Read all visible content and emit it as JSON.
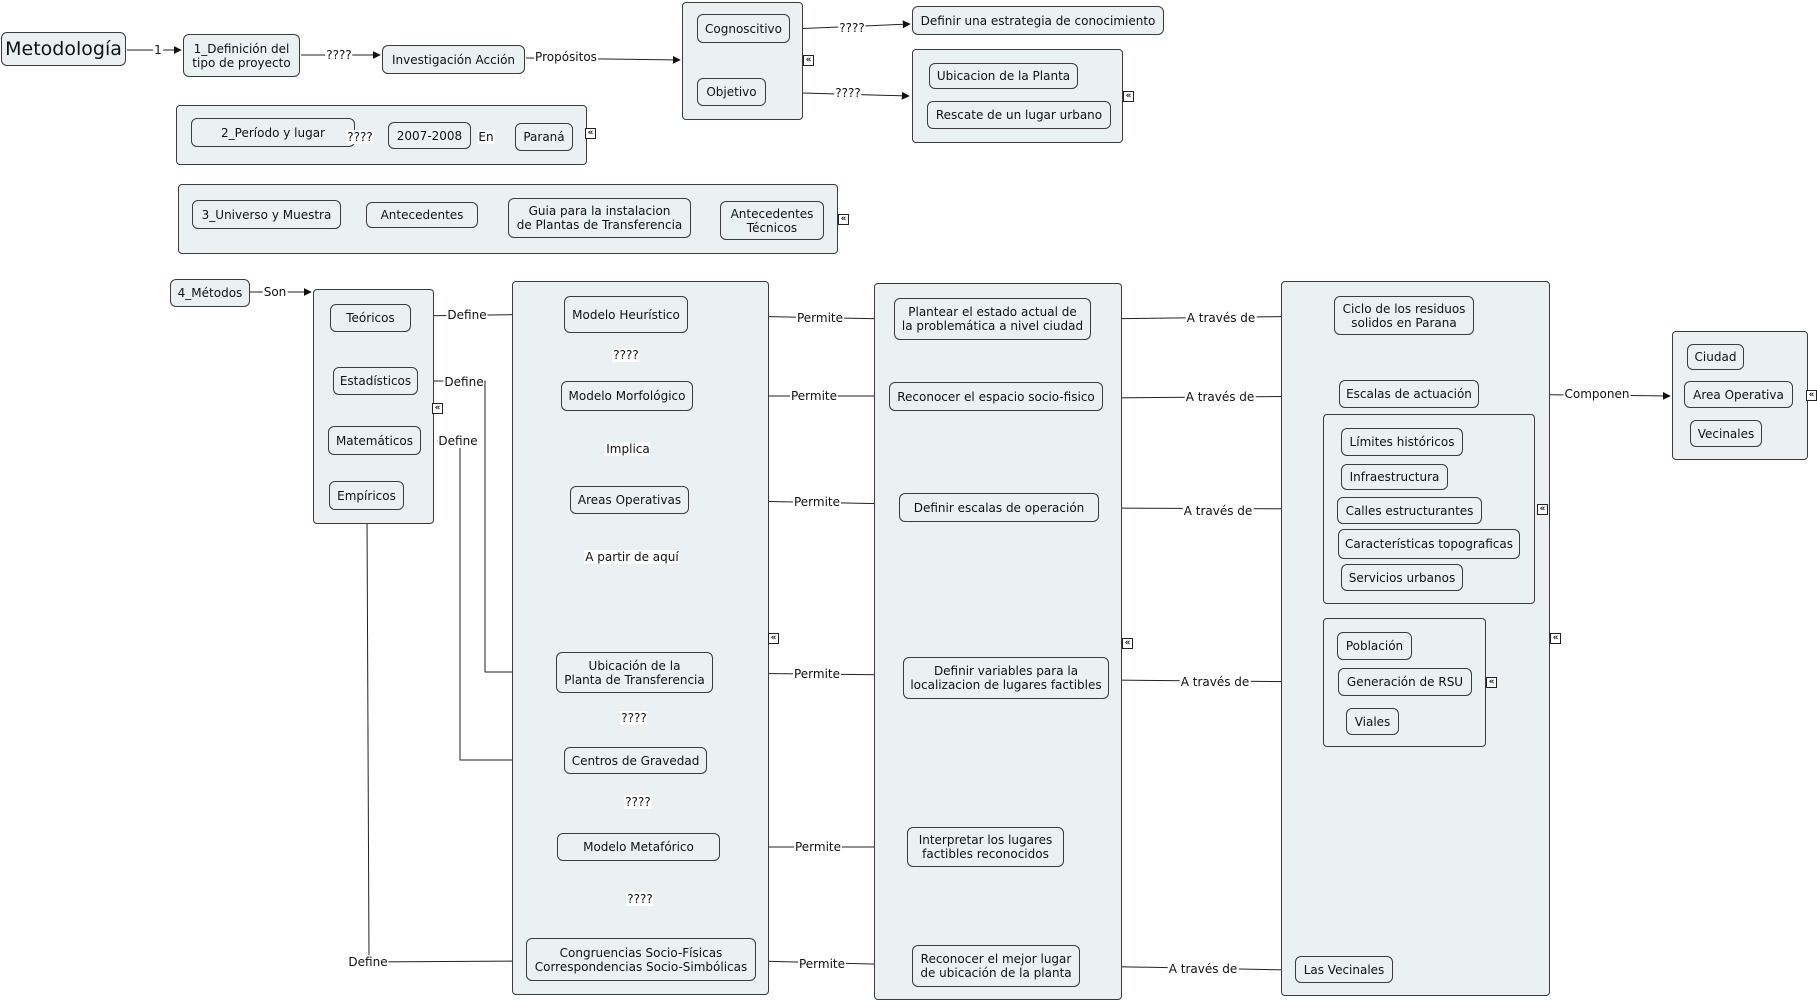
{
  "map": {
    "root": "Metodología",
    "step1": {
      "node": "1_Definición del\ntipo de proyecto",
      "type": "Investigación Acción",
      "purposes_group": [
        "Cognoscitivo",
        "Objetivo"
      ],
      "cognitive_result": "Definir una estrategia de conocimiento",
      "objective_results": [
        "Ubicacion de la Planta",
        "Rescate de un lugar urbano"
      ]
    },
    "step2": {
      "node": "2_Período y lugar",
      "period": "2007-2008",
      "place": "Paraná"
    },
    "step3": {
      "node": "3_Universo y Muestra",
      "background": "Antecedentes",
      "guide": "Guia para la instalacion\nde Plantas de Transferencia",
      "technical": "Antecedentes\nTécnicos"
    },
    "step4": {
      "node": "4_Métodos",
      "method_types": [
        "Teóricos",
        "Estadísticos",
        "Matemáticos",
        "Empíricos"
      ],
      "models": [
        "Modelo Heurístico",
        "Modelo Morfológico",
        "Areas Operativas",
        "Ubicación de la\nPlanta de Transferencia",
        "Centros de Gravedad",
        "Modelo Metafórico",
        "Congruencias Socio-Físicas\nCorrespondencias Socio-Simbólicas"
      ],
      "outcomes": [
        "Plantear el estado actual de\nla problemática a nivel ciudad",
        "Reconocer el espacio socio-fisico",
        "Definir escalas de operación",
        "Definir variables para la\nlocalizacion de lugares factibles",
        "Interpretar los lugares\nfactibles reconocidos",
        "Reconocer el mejor lugar\nde ubicación de la planta"
      ],
      "means": {
        "cycle": "Ciclo de los residuos\nsolidos en Parana",
        "scales": "Escalas de actuación",
        "criteria": [
          "Límites históricos",
          "Infraestructura",
          "Calles estructurantes",
          "Características topograficas",
          "Servicios urbanos"
        ],
        "variables": [
          "Población",
          "Generación de RSU",
          "Viales"
        ],
        "neighborhoods": "Las Vecinales"
      },
      "scale_levels": [
        "Ciudad",
        "Area Operativa",
        "Vecinales"
      ]
    }
  },
  "link_labels": {
    "one": "1",
    "unknown": "????",
    "purposes": "Propósitos",
    "in": "En",
    "are": "Son",
    "defines": "Define",
    "allows": "Permite",
    "through": "A través de",
    "compose": "Componen",
    "implies": "Implica",
    "from_here": "A partir de aquí"
  },
  "icons": {
    "expand": "double-chevron-left-icon",
    "arrowhead": "arrowhead-icon"
  },
  "colors": {
    "node_fill": "#ebf1f3",
    "border": "#3b3b3b",
    "line": "#222222",
    "background": "#ffffff"
  }
}
